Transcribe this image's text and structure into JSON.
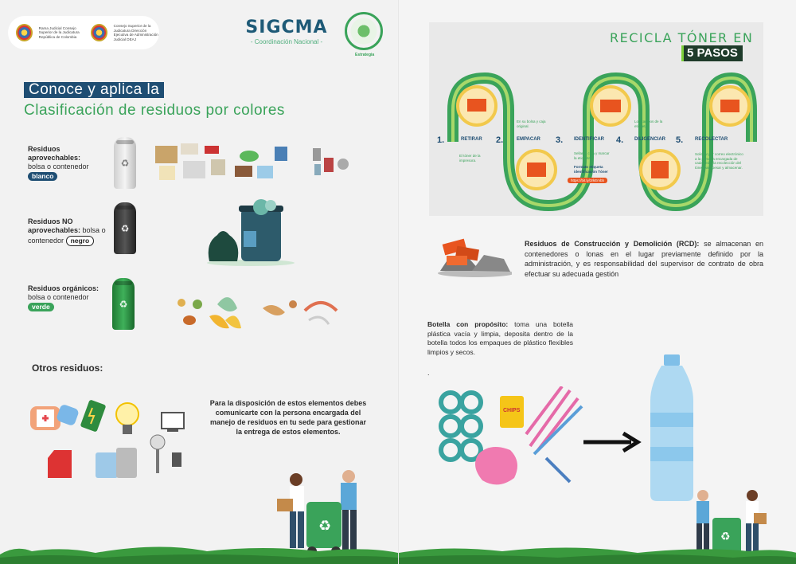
{
  "header": {
    "org1": "Rama Judicial Consejo Superior de la Judicatura República de Colombia",
    "org2": "Consejo Superior de la Judicatura Dirección Ejecutiva de Administración Judicial DEAJ",
    "brand": "SIGCMA",
    "subtitle": "- Coordinación Nacional -",
    "emblem_caption": "Estrategia"
  },
  "title": {
    "line1": "Conoce y aplica la",
    "line2": "Clasificación de residuos por colores"
  },
  "categories": [
    {
      "name": "Residuos aprovechables:",
      "text": "bolsa o contenedor",
      "color_label": "blanco"
    },
    {
      "name": "Residuos NO aprovechables:",
      "text": "bolsa o contenedor",
      "color_label": "negro"
    },
    {
      "name": "Residuos orgánicos:",
      "text": "bolsa o contenedor",
      "color_label": "verde"
    }
  ],
  "otros": {
    "heading": "Otros residuos:",
    "text": "Para la disposición de estos elementos debes comunicarte con la persona encargada del manejo de residuos en tu sede para gestionar la entrega de estos elementos."
  },
  "toner": {
    "title": "RECICLA TÓNER EN",
    "subtitle": "5 PASOS",
    "steps": [
      {
        "num": "1.",
        "label": "RETIRAR",
        "desc": "El tóner de la impresora."
      },
      {
        "num": "2.",
        "label": "EMPACAR",
        "desc": "En su bolsa y caja original."
      },
      {
        "num": "3.",
        "label": "IDENTIFICAR",
        "desc": "Sellar la caja y marcar la etiqueta."
      },
      {
        "num": "4.",
        "label": "DILIGENCIAR",
        "desc": "Los campos de la etiqueta."
      },
      {
        "num": "5.",
        "label": "RECOLECTAR",
        "desc": "Solicitar por correo electrónico a la persona encargada de cada sede, la recolección del tóner para pesar y almacenar."
      }
    ],
    "format_label": "Formato etiqueta identificación Tóner",
    "link": "https://bit.ly/3rkEmbb"
  },
  "rcd": {
    "bold": "Residuos de Construcción y Demolición (RCD):",
    "text": " se almacenan en contenedores o lonas en el lugar previamente definido por la administración, y es responsabilidad del supervisor de contrato de obra efectuar su adecuada gestión"
  },
  "botella": {
    "bold": "Botella con propósito:",
    "text": " toma una botella plástica vacía y limpia, deposita dentro de la botella todos los empaques de plástico flexibles limpios y secos.",
    "dot": "."
  },
  "colors": {
    "blue": "#1f4e73",
    "green": "#3aa35a",
    "orange": "#e8541f"
  }
}
